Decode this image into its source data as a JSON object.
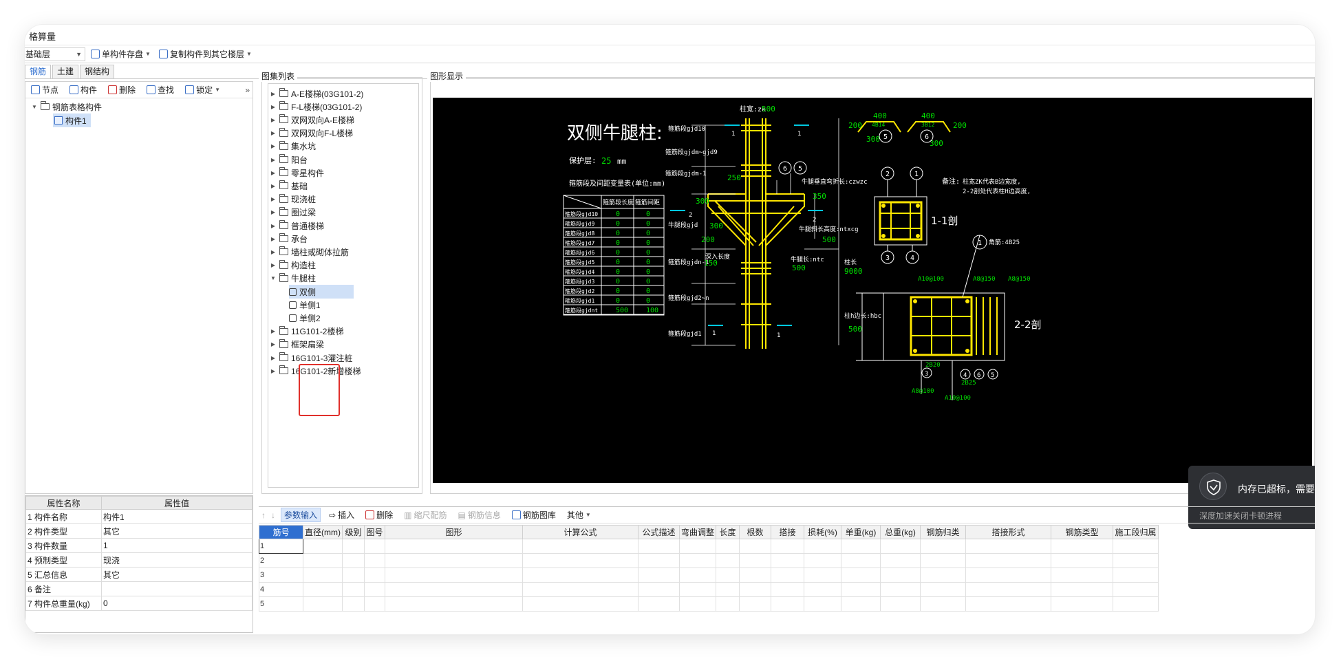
{
  "title": "格算量",
  "toolbar": {
    "floor_select": "基础层",
    "save_component": "单构件存盘",
    "copy_component": "复制构件到其它楼层"
  },
  "tabs": [
    "钢筋",
    "土建",
    "钢结构"
  ],
  "left_tools": {
    "node": "节点",
    "component": "构件",
    "delete": "删除",
    "find": "查找",
    "lock": "锁定",
    "more": "»"
  },
  "tree": {
    "root": "钢筋表格构件",
    "child": "构件1"
  },
  "properties": {
    "col_name": "属性名称",
    "col_value": "属性值",
    "rows": [
      {
        "idx": "1",
        "name": "构件名称",
        "value": "构件1"
      },
      {
        "idx": "2",
        "name": "构件类型",
        "value": "其它"
      },
      {
        "idx": "3",
        "name": "构件数量",
        "value": "1"
      },
      {
        "idx": "4",
        "name": "预制类型",
        "value": "现浇"
      },
      {
        "idx": "5",
        "name": "汇总信息",
        "value": "其它"
      },
      {
        "idx": "6",
        "name": "备注",
        "value": ""
      },
      {
        "idx": "7",
        "name": "构件总重量(kg)",
        "value": "0"
      }
    ]
  },
  "atlas": {
    "title": "图集列表",
    "items": [
      "A-E楼梯(03G101-2)",
      "F-L楼梯(03G101-2)",
      "双网双向A-E楼梯",
      "双网双向F-L楼梯",
      "集水坑",
      "阳台",
      "零星构件",
      "基础",
      "现浇桩",
      "圈过梁",
      "普通楼梯",
      "承台",
      "墙柱或砌体拉筋",
      "构造柱",
      "牛腿柱"
    ],
    "children": [
      "双侧",
      "单侧1",
      "单侧2"
    ],
    "after": [
      "11G101-2楼梯",
      "框架扁梁",
      "16G101-3灌注桩",
      "16G101-2新增楼梯"
    ]
  },
  "graph": {
    "title": "图形显示",
    "cad": {
      "main_title": "双侧牛腿柱:",
      "cover_label": "保护层:",
      "cover_value": "25",
      "cover_unit": "mm",
      "table_title": "箍筋段及间距变量表(单位:mm)",
      "table_head": [
        "箍筋段长度",
        "箍筋间距"
      ],
      "table_rows": [
        [
          "箍筋段gjd10",
          "0",
          "0"
        ],
        [
          "箍筋段gjd9",
          "0",
          "0"
        ],
        [
          "箍筋段gjd8",
          "0",
          "0"
        ],
        [
          "箍筋段gjd7",
          "0",
          "0"
        ],
        [
          "箍筋段gjd6",
          "0",
          "0"
        ],
        [
          "箍筋段gjd5",
          "0",
          "0"
        ],
        [
          "箍筋段gjd4",
          "0",
          "0"
        ],
        [
          "箍筋段gjd3",
          "0",
          "0"
        ],
        [
          "箍筋段gjd2",
          "0",
          "0"
        ],
        [
          "箍筋段gjd1",
          "0",
          "0"
        ],
        [
          "箍筋段gjdnt",
          "500",
          "100"
        ]
      ],
      "col_width_label": "柱宽:zk",
      "col_width_value": "500",
      "seg_labels": [
        "箍筋段gjd10",
        "箍筋段gjdm~gjd9",
        "箍筋段gjdm-1",
        "牛腿段gjd",
        "箍筋段gjdn-1",
        "箍筋段gjd2~n",
        "箍筋段gjd1"
      ],
      "dim_250": "250",
      "dim_300a": "300",
      "dim_300b": "300",
      "dim_200": "200",
      "dim_150": "150",
      "dim_350": "350",
      "dim_500a": "500",
      "dim_500b": "500",
      "dim_9000": "9000",
      "col_len_label": "柱长",
      "vert_len": "牛腿垂直弯折长:czwzc",
      "slope_len": "牛腿斜长高度:ntxcg",
      "nt_len": "牛腿长:ntc",
      "anchor": "深入长度",
      "top_dims": [
        "400",
        "400",
        "200",
        "200",
        "300",
        "300"
      ],
      "top_rebar": [
        "4B14",
        "3B12"
      ],
      "note_label": "备注:",
      "note1": "柱宽ZK代表B边宽度,",
      "note2": "2-2剖处代表柱H边高度,",
      "sec1": "1-1剖",
      "sec2": "2-2剖",
      "corner_rebar": "角筋:4B25",
      "stirrup_a": "A10@100",
      "stirrup_b": "A8@150",
      "stirrup_c": "A8@150",
      "stirrup_d": "A8@100",
      "stirrup_e": "A10@100",
      "rebar_2b20": "2B20",
      "rebar_2b25": "2B25",
      "hbc_label": "柱h边长:hbc",
      "hbc_value": "500",
      "circles": [
        "1",
        "2",
        "3",
        "4",
        "5",
        "6"
      ]
    }
  },
  "toast": {
    "message": "内存已超标，需要",
    "sub": "深度加速关闭卡顿进程"
  },
  "bottom_tools": {
    "param_input": "参数输入",
    "insert": "插入",
    "delete": "删除",
    "scale_rebar": "缩尺配筋",
    "rebar_info": "钢筋信息",
    "rebar_lib": "钢筋图库",
    "other": "其他"
  },
  "rebar_table": {
    "headers": [
      "筋号",
      "直径(mm)",
      "级别",
      "图号",
      "图形",
      "计算公式",
      "公式描述",
      "弯曲调整",
      "长度",
      "根数",
      "搭接",
      "损耗(%)",
      "单重(kg)",
      "总重(kg)",
      "钢筋归类",
      "搭接形式",
      "钢筋类型",
      "施工段归属"
    ],
    "rows": [
      "1",
      "2",
      "3",
      "4",
      "5"
    ]
  }
}
